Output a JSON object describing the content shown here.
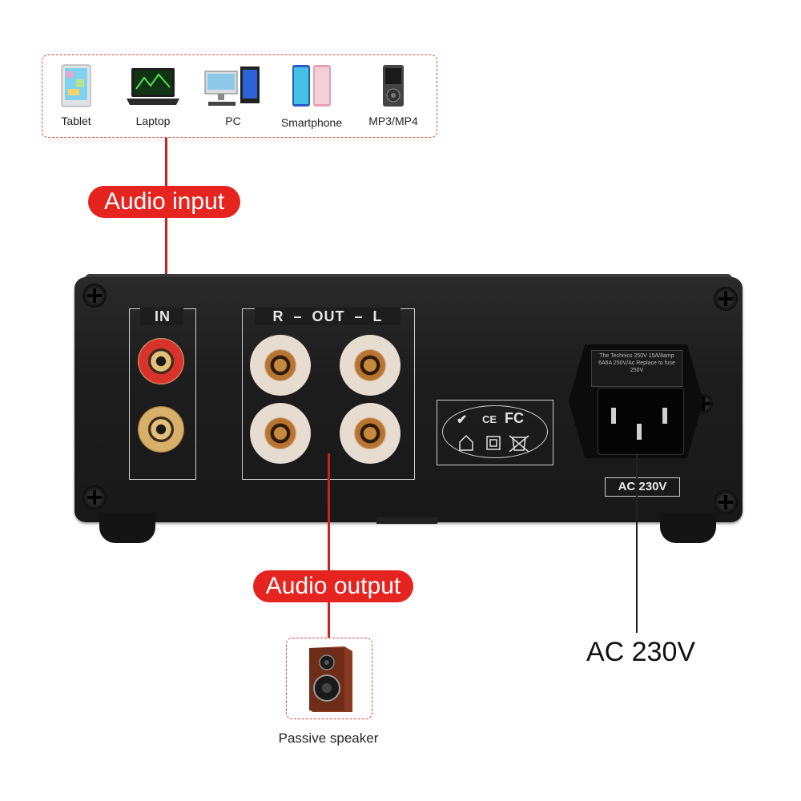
{
  "devices": [
    {
      "label": "Tablet",
      "icon": "tablet-icon"
    },
    {
      "label": "Laptop",
      "icon": "laptop-icon"
    },
    {
      "label": "PC",
      "icon": "pc-icon"
    },
    {
      "label": "Smartphone",
      "icon": "smartphone-icon"
    },
    {
      "label": "MP3/MP4",
      "icon": "mp3-player-icon"
    }
  ],
  "audio_input_label": "Audio input",
  "audio_output_label": "Audio output",
  "panel": {
    "in_label": "IN",
    "out_label": "R  –  OUT  –  L",
    "cert_marks": [
      "✔",
      "CE",
      "FC"
    ],
    "ac_plate": "AC 230V",
    "fuse_text": "The Technics 250V 15A/8amp 6A6A 250V/Ac Replace to fuse 250V"
  },
  "speaker_label": "Passive speaker",
  "power_label": "AC 230V",
  "colors": {
    "accent": "#e52420",
    "wire": "#c9231f",
    "chassis": "#1d1d1d"
  }
}
